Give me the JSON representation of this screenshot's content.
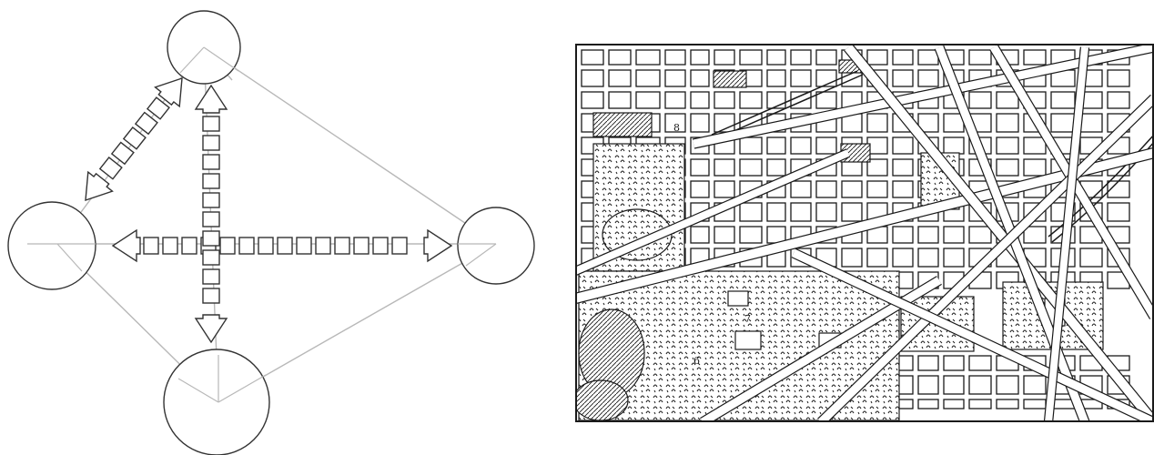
{
  "figure": {
    "panels": [
      {
        "id": "node-network-diagram",
        "kind": "diagram",
        "nodes": 4,
        "arrows": 3
      },
      {
        "id": "city-plan-map",
        "kind": "map-illustration",
        "style": "engraved-line",
        "labels": [
          "8",
          "7",
          "6"
        ]
      }
    ],
    "colors": {
      "stroke": "#333333",
      "guide": "#b8b8b8",
      "ink": "#1a1a1a",
      "background": "#ffffff"
    }
  }
}
